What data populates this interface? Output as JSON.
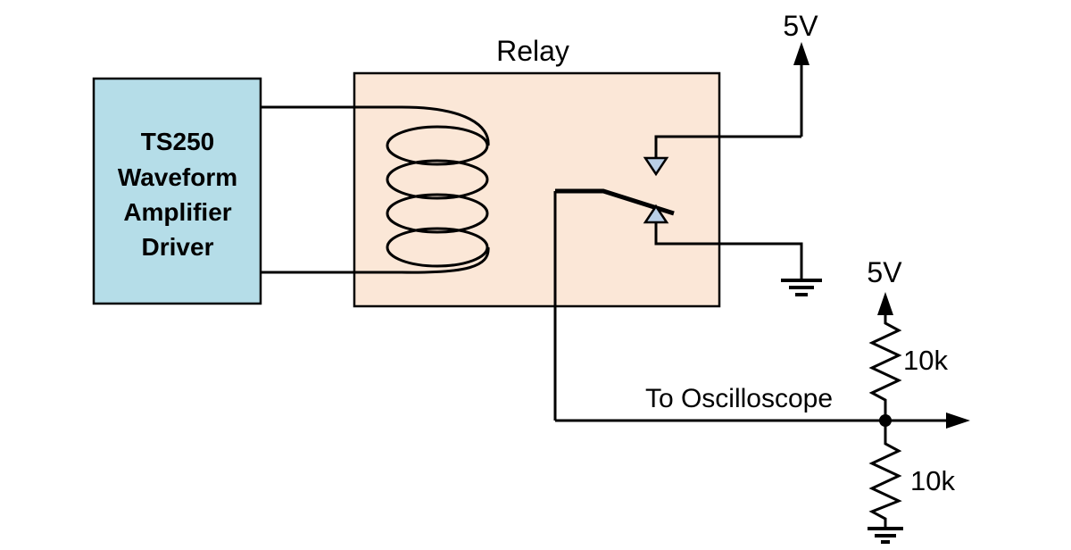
{
  "diagram": {
    "driver_box": {
      "line1": "TS250",
      "line2": "Waveform",
      "line3": "Amplifier",
      "line4": "Driver"
    },
    "relay_label": "Relay",
    "supply_top_label": "5V",
    "supply_divider_label": "5V",
    "resistor_top_label": "10k",
    "resistor_bottom_label": "10k",
    "output_label": "To Oscilloscope",
    "colors": {
      "driver_box_fill": "#b5dde8",
      "relay_box_fill": "#fbe7d7",
      "contact_triangle_fill": "#b9cfe6",
      "wire": "#000000"
    }
  }
}
